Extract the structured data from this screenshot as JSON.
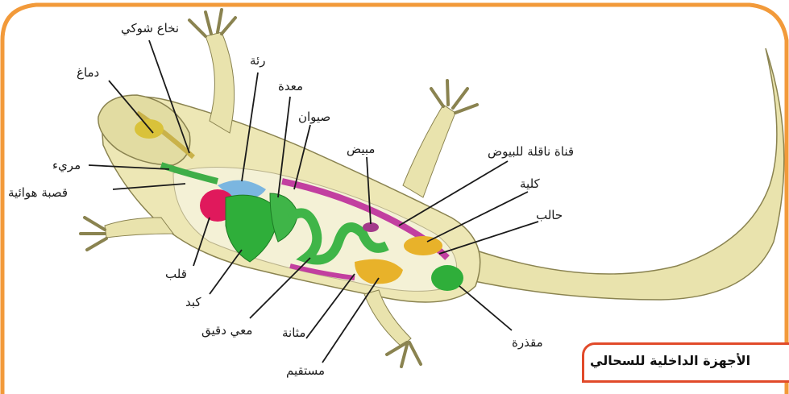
{
  "title": "الأجهزة الداخلية للسحالي",
  "labels": {
    "spinal_cord": "نخاع شوكي",
    "brain": "دماغ",
    "lung": "رئة",
    "stomach": "معدة",
    "sperm_duct": "صيوان",
    "ovary": "مبيض",
    "oviduct": "قناة ناقلة للبيوض",
    "kidney": "كلية",
    "ureter": "حالب",
    "esophagus": "مريء",
    "trachea": "قصبة هوائية",
    "heart": "قلب",
    "liver": "كبد",
    "small_intestine": "معي دقيق",
    "bladder": "مثانة",
    "rectum": "مستقيم",
    "cloaca": "مقذرة"
  },
  "colors": {
    "frame": "#f29a3a",
    "title_border": "#e14a2a",
    "body": "#e8e2a8",
    "heart": "#e0195c",
    "liver": "#2fae3a",
    "intestine": "#3fb548",
    "oviduct": "#c23fa0",
    "kidney": "#e8b22a"
  }
}
